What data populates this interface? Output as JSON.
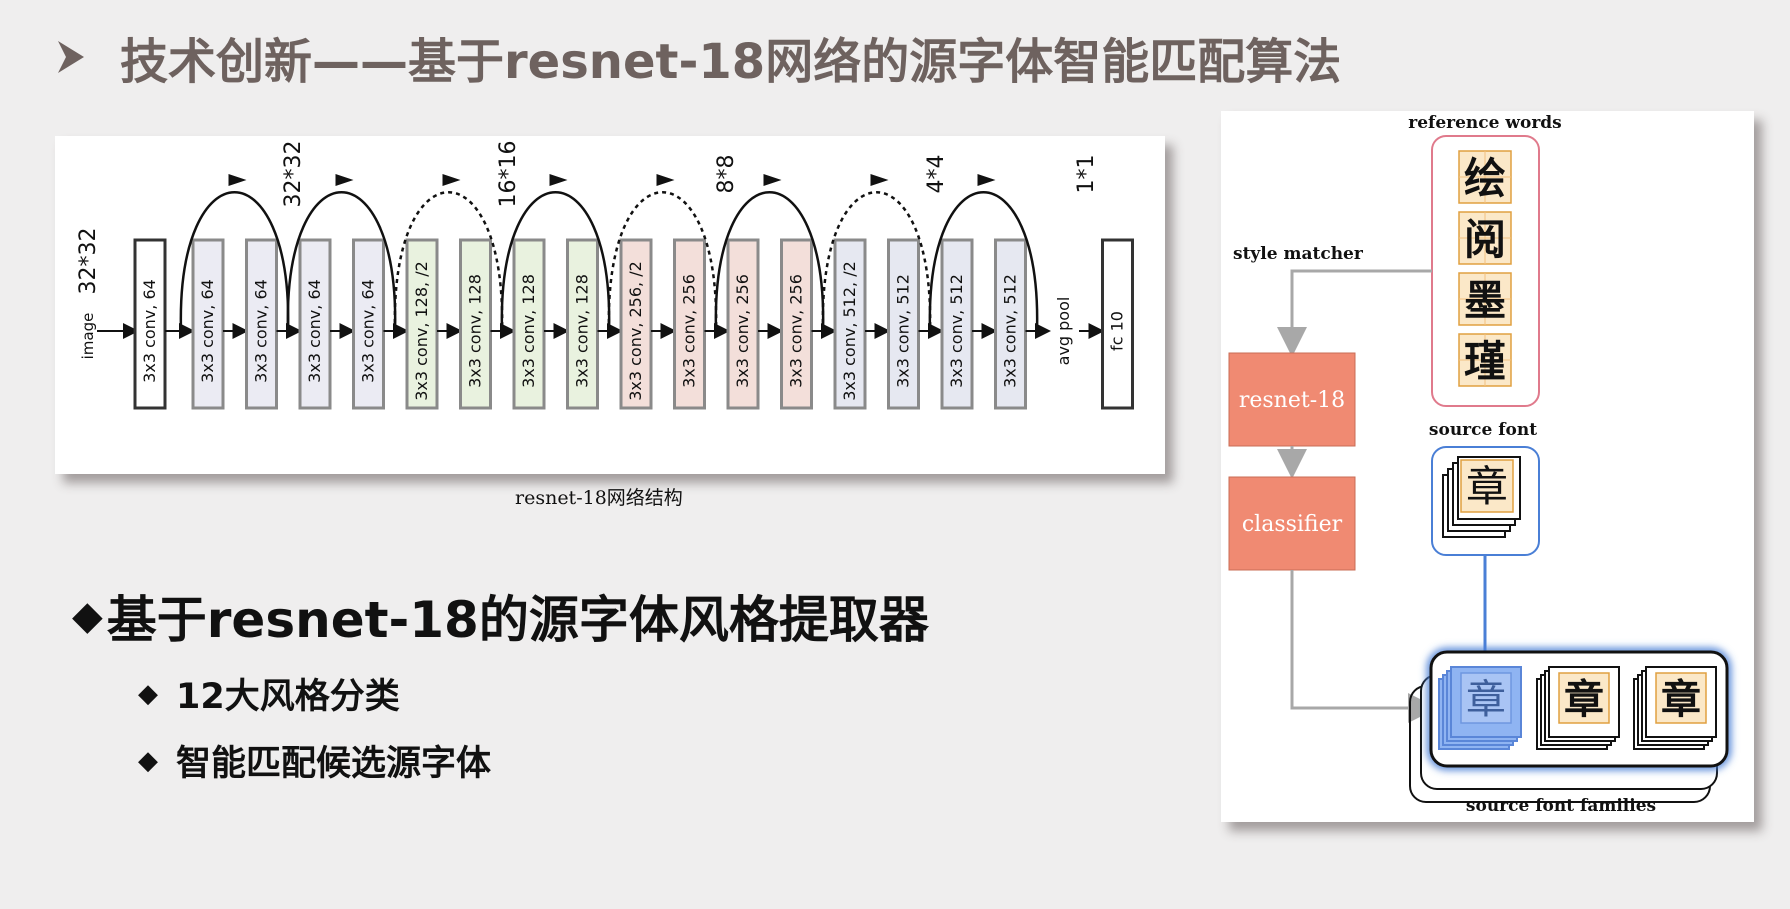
{
  "title": "技术创新——基于resnet-18网络的源字体智能匹配算法",
  "network": {
    "caption": "resnet-18网络结构",
    "input_label": "image",
    "stages": [
      {
        "size": "32*32",
        "layers": [
          "3x3 conv, 64"
        ]
      },
      {
        "size": "32*32",
        "layers": [
          "3x3 conv, 64",
          "3x3 conv, 64",
          "3x3 conv, 64",
          "3x3 conv, 64"
        ]
      },
      {
        "size": "16*16",
        "layers": [
          "3x3 conv, 128, /2",
          "3x3 conv, 128",
          "3x3 conv, 128",
          "3x3 conv, 128"
        ]
      },
      {
        "size": "8*8",
        "layers": [
          "3x3 conv, 256, /2",
          "3x3 conv, 256",
          "3x3 conv, 256",
          "3x3 conv, 256"
        ]
      },
      {
        "size": "4*4",
        "layers": [
          "3x3 conv, 512, /2",
          "3x3 conv, 512",
          "3x3 conv, 512",
          "3x3 conv, 512"
        ]
      },
      {
        "size": "1*1",
        "layers": [
          "avg pool",
          "fc 10"
        ]
      }
    ],
    "colors": {
      "stage1": "#ebebf3",
      "stage2": "#e9f2df",
      "stage3": "#f3dfda",
      "stage4": "#e6e8f1"
    }
  },
  "bullets": {
    "main": "基于resnet-18的源字体风格提取器",
    "sub": [
      "12大风格分类",
      "智能匹配候选源字体"
    ]
  },
  "figure": {
    "reference_label": "reference words",
    "reference_chars": [
      "绘",
      "阅",
      "墨",
      "瑾"
    ],
    "style_matcher_label": "style matcher",
    "resnet_label": "resnet-18",
    "classifier_label": "classifier",
    "source_font_label": "source font",
    "source_char": "章",
    "families_label": "source font families",
    "colors": {
      "block": "#f08a72",
      "pink": "#e07a8c",
      "blue": "#4a7fd6",
      "highlight": "#7ea6ef"
    }
  }
}
